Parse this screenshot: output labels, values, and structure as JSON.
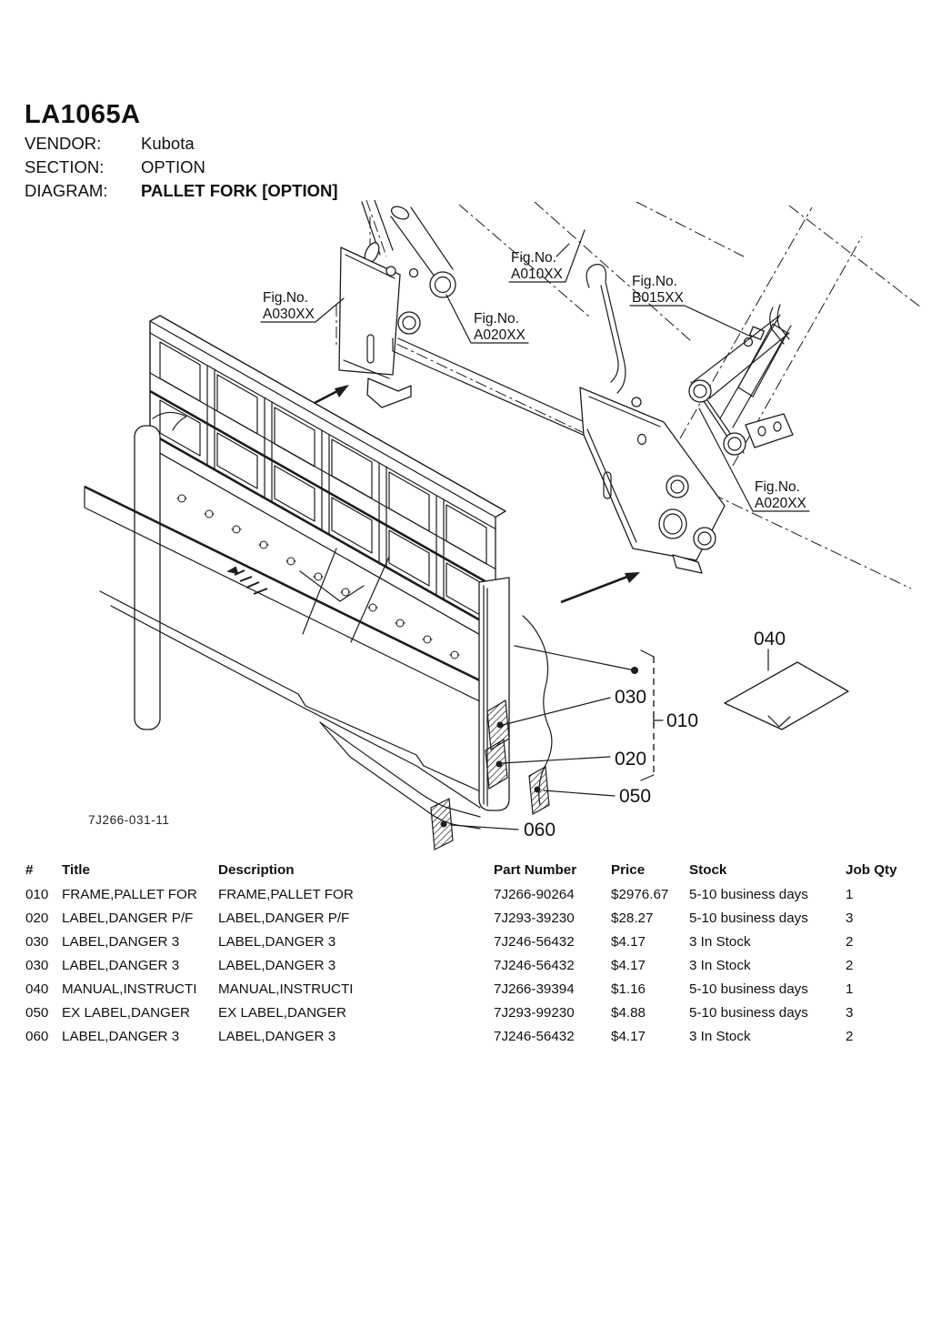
{
  "header": {
    "model": "LA1065A",
    "rows": [
      {
        "label": "VENDOR:",
        "value": "Kubota"
      },
      {
        "label": "SECTION:",
        "value": "OPTION"
      },
      {
        "label": "DIAGRAM:",
        "value": "PALLET FORK [OPTION]"
      }
    ]
  },
  "diagram": {
    "drawing_number": "7J266-031-11",
    "fig_labels": [
      {
        "prefix": "Fig.No.",
        "code": "A030XX"
      },
      {
        "prefix": "Fig.No.",
        "code": "A010XX"
      },
      {
        "prefix": "Fig.No.",
        "code": "A020XX"
      },
      {
        "prefix": "Fig.No.",
        "code": "B015XX"
      },
      {
        "prefix": "Fig.No.",
        "code": "A020XX"
      }
    ],
    "callouts": [
      "040",
      "030",
      "010",
      "020",
      "050",
      "060"
    ]
  },
  "table": {
    "headers": [
      "#",
      "Title",
      "Description",
      "Part Number",
      "Price",
      "Stock",
      "Job Qty"
    ],
    "rows": [
      {
        "num": "010",
        "title": "FRAME,PALLET FOR",
        "description": "FRAME,PALLET FOR",
        "part_number": "7J266-90264",
        "price": "$2976.67",
        "stock": "5-10 business days",
        "job_qty": "1"
      },
      {
        "num": "020",
        "title": "LABEL,DANGER P/F",
        "description": "LABEL,DANGER P/F",
        "part_number": "7J293-39230",
        "price": "$28.27",
        "stock": "5-10 business days",
        "job_qty": "3"
      },
      {
        "num": "030",
        "title": "LABEL,DANGER 3",
        "description": "LABEL,DANGER 3",
        "part_number": "7J246-56432",
        "price": "$4.17",
        "stock": "3 In Stock",
        "job_qty": "2"
      },
      {
        "num": "030",
        "title": "LABEL,DANGER 3",
        "description": "LABEL,DANGER 3",
        "part_number": "7J246-56432",
        "price": "$4.17",
        "stock": "3 In Stock",
        "job_qty": "2"
      },
      {
        "num": "040",
        "title": "MANUAL,INSTRUCTI",
        "description": "MANUAL,INSTRUCTI",
        "part_number": "7J266-39394",
        "price": "$1.16",
        "stock": "5-10 business days",
        "job_qty": "1"
      },
      {
        "num": "050",
        "title": "EX LABEL,DANGER",
        "description": "EX LABEL,DANGER",
        "part_number": "7J293-99230",
        "price": "$4.88",
        "stock": "5-10 business days",
        "job_qty": "3"
      },
      {
        "num": "060",
        "title": "LABEL,DANGER 3",
        "description": "LABEL,DANGER 3",
        "part_number": "7J246-56432",
        "price": "$4.17",
        "stock": "3 In Stock",
        "job_qty": "2"
      }
    ]
  },
  "colors": {
    "ink": "#1c1c1c",
    "paper": "#ffffff"
  }
}
